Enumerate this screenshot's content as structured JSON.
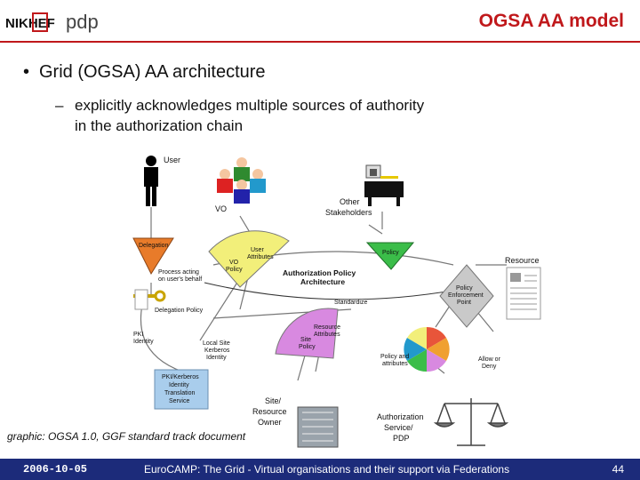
{
  "header": {
    "logo_left_text": "NIKHEF",
    "logo_right_text": "pdp",
    "title": "OGSA AA model"
  },
  "content": {
    "bullet": "Grid (OGSA) AA architecture",
    "subbullet_line1": "explicitly acknowledges multiple sources of authority",
    "subbullet_line2": "in the authorization chain"
  },
  "diagram": {
    "labels": {
      "user": "User",
      "vo": "VO",
      "other_stakeholders_1": "Other",
      "other_stakeholders_2": "Stakeholders",
      "delegation": "Delegation",
      "process_1": "Process acting",
      "process_2": "on user's behalf",
      "delegation_policy": "Delegation Policy",
      "user_attributes_1": "User",
      "user_attributes_2": "Attributes",
      "vo_policy_1": "VO",
      "vo_policy_2": "Policy",
      "policy": "Policy",
      "aap_1": "Authorization Policy",
      "aap_2": "Architecture",
      "standardize": "Standardize",
      "pep_1": "Policy",
      "pep_2": "Enforcement",
      "pep_3": "Point",
      "resource": "Resource",
      "pki_1": "PKI",
      "pki_2": "Identity",
      "local_site_1": "Local Site",
      "local_site_2": "Kerberos",
      "local_site_3": "Identity",
      "resource_attributes_1": "Resource",
      "resource_attributes_2": "Attributes",
      "site_policy_1": "Site",
      "site_policy_2": "Policy",
      "policy_attributes_1": "Policy and",
      "policy_attributes_2": "attributes",
      "allow_deny_1": "Allow or",
      "allow_deny_2": "Deny",
      "pki_kerberos_1": "PKI/Kerberos",
      "pki_kerberos_2": "Identity",
      "pki_kerberos_3": "Translation",
      "pki_kerberos_4": "Service",
      "site_owner_1": "Site/",
      "site_owner_2": "Resource",
      "site_owner_3": "Owner",
      "auth_service_1": "Authorization",
      "auth_service_2": "Service/",
      "auth_service_3": "PDP"
    }
  },
  "caption": "graphic: OGSA 1.0, GGF standard track document",
  "footer": {
    "date": "2006-10-05",
    "text": "EuroCAMP: The Grid - Virtual organisations and their support via Federations",
    "page": "44"
  },
  "colors": {
    "title_red": "#c0181b",
    "footer_blue": "#1c2b7a",
    "delegation_orange": "#e87b2a",
    "user_attr_yellow": "#f2ef7a",
    "policy_green": "#3bbd49",
    "resource_attr_pink": "#d889e0",
    "pep_grey": "#c9c9c9",
    "pki_blue": "#a9cdec"
  }
}
